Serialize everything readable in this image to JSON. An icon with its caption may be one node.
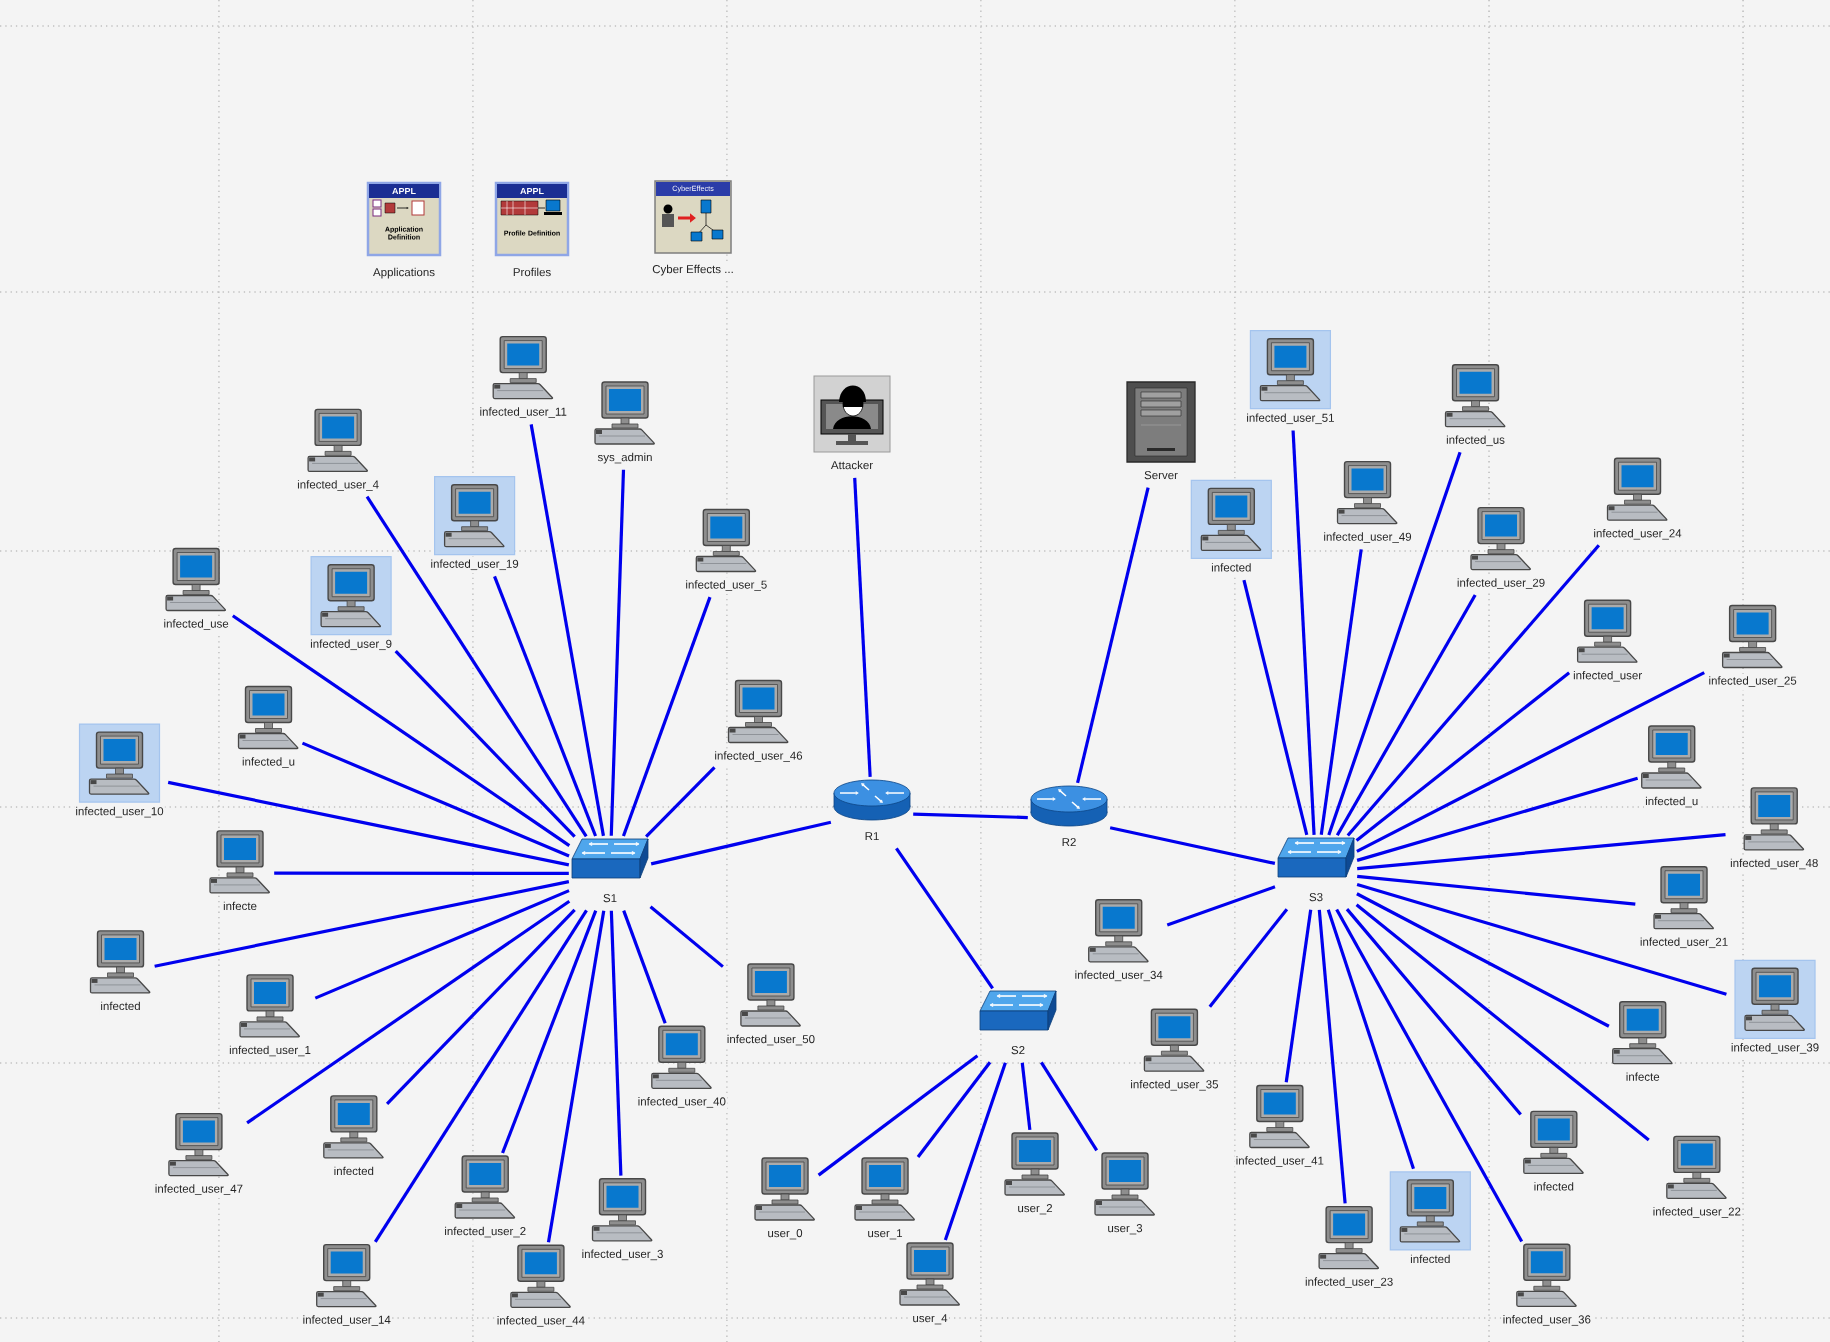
{
  "diagram": {
    "nodes": [
      {
        "text": [
          "APPL",
          "Application Definition",
          "Applications"
        ]
      },
      {
        "text": [
          "APPL",
          "Profile Definition",
          "Profiles"
        ]
      },
      {
        "text": [
          "CyberEffects",
          "Cyber Effects ..."
        ]
      },
      {
        "text": [
          "sys_admin"
        ]
      },
      {
        "text": [
          "Attacker"
        ]
      },
      {
        "text": [
          "Server"
        ]
      },
      {
        "text": [
          "S1"
        ]
      },
      {
        "text": [
          "R1"
        ]
      },
      {
        "text": [
          "R2"
        ]
      },
      {
        "text": [
          "S3"
        ]
      },
      {
        "text": [
          "S2"
        ]
      },
      {
        "text": [
          "user_0"
        ]
      },
      {
        "text": [
          "user_1"
        ]
      },
      {
        "text": [
          "user_2"
        ]
      },
      {
        "text": [
          "user_3"
        ]
      },
      {
        "text": [
          "user_4"
        ]
      },
      {
        "text": [
          "infected_user_46"
        ]
      },
      {
        "text": [
          "infected_user_5"
        ]
      },
      {
        "text": [
          "infected_user_11"
        ]
      },
      {
        "text": [
          "infected_user_19"
        ]
      },
      {
        "text": [
          "infected_user_4"
        ]
      },
      {
        "text": [
          "infected_user_9"
        ]
      },
      {
        "text": [
          "infected_use"
        ]
      },
      {
        "text": [
          "infected_u"
        ]
      },
      {
        "text": [
          "infected_user_10"
        ]
      },
      {
        "text": [
          "infecte"
        ]
      },
      {
        "text": [
          "infected"
        ]
      },
      {
        "text": [
          "infected_user_1"
        ]
      },
      {
        "text": [
          "infected_user_47"
        ]
      },
      {
        "text": [
          "infected"
        ]
      },
      {
        "text": [
          "infected_user_14"
        ]
      },
      {
        "text": [
          "infected_user_2"
        ]
      },
      {
        "text": [
          "infected_user_44"
        ]
      },
      {
        "text": [
          "infected_user_3"
        ]
      },
      {
        "text": [
          "infected_user_40"
        ]
      },
      {
        "text": [
          "infected_user_50"
        ]
      },
      {
        "text": [
          "infected"
        ]
      },
      {
        "text": [
          "infected_user_51"
        ]
      },
      {
        "text": [
          "infected_user_49"
        ]
      },
      {
        "text": [
          "infected_us"
        ]
      },
      {
        "text": [
          "infected_user_29"
        ]
      },
      {
        "text": [
          "infected_user_24"
        ]
      },
      {
        "text": [
          "infected_user"
        ]
      },
      {
        "text": [
          "infected_user_25"
        ]
      },
      {
        "text": [
          "infected_u"
        ]
      },
      {
        "text": [
          "infected_user_48"
        ]
      },
      {
        "text": [
          "infected_user_21"
        ]
      },
      {
        "text": [
          "infected_user_39"
        ]
      },
      {
        "text": [
          "infecte"
        ]
      },
      {
        "text": [
          "infected_user_22"
        ]
      },
      {
        "text": [
          "infected"
        ]
      },
      {
        "text": [
          "infected_user_36"
        ]
      },
      {
        "text": [
          "infected"
        ]
      },
      {
        "text": [
          "infected_user_23"
        ]
      },
      {
        "text": [
          "infected_user_41"
        ]
      },
      {
        "text": [
          "infected_user_35"
        ]
      },
      {
        "text": [
          "infected_user_34"
        ]
      }
    ],
    "edges": [
      {
        "from": 3,
        "to": 6,
        "arrow": "none"
      },
      {
        "from": 4,
        "to": 7,
        "arrow": "none"
      },
      {
        "from": 5,
        "to": 8,
        "arrow": "none"
      },
      {
        "from": 6,
        "to": 7,
        "arrow": "none"
      },
      {
        "from": 7,
        "to": 8,
        "arrow": "none"
      },
      {
        "from": 8,
        "to": 9,
        "arrow": "none"
      },
      {
        "from": 7,
        "to": 10,
        "arrow": "none"
      },
      {
        "from": 10,
        "to": 11,
        "arrow": "none"
      },
      {
        "from": 10,
        "to": 12,
        "arrow": "none"
      },
      {
        "from": 10,
        "to": 13,
        "arrow": "none"
      },
      {
        "from": 10,
        "to": 14,
        "arrow": "none"
      },
      {
        "from": 10,
        "to": 15,
        "arrow": "none"
      },
      {
        "from": 6,
        "to": 16,
        "arrow": "none"
      },
      {
        "from": 6,
        "to": 17,
        "arrow": "none"
      },
      {
        "from": 6,
        "to": 18,
        "arrow": "none"
      },
      {
        "from": 6,
        "to": 19,
        "arrow": "none"
      },
      {
        "from": 6,
        "to": 20,
        "arrow": "none"
      },
      {
        "from": 6,
        "to": 21,
        "arrow": "none"
      },
      {
        "from": 6,
        "to": 22,
        "arrow": "none"
      },
      {
        "from": 6,
        "to": 23,
        "arrow": "none"
      },
      {
        "from": 6,
        "to": 24,
        "arrow": "none"
      },
      {
        "from": 6,
        "to": 25,
        "arrow": "none"
      },
      {
        "from": 6,
        "to": 26,
        "arrow": "none"
      },
      {
        "from": 6,
        "to": 27,
        "arrow": "none"
      },
      {
        "from": 6,
        "to": 28,
        "arrow": "none"
      },
      {
        "from": 6,
        "to": 29,
        "arrow": "none"
      },
      {
        "from": 6,
        "to": 30,
        "arrow": "none"
      },
      {
        "from": 6,
        "to": 31,
        "arrow": "none"
      },
      {
        "from": 6,
        "to": 32,
        "arrow": "none"
      },
      {
        "from": 6,
        "to": 33,
        "arrow": "none"
      },
      {
        "from": 6,
        "to": 34,
        "arrow": "none"
      },
      {
        "from": 6,
        "to": 35,
        "arrow": "none"
      },
      {
        "from": 9,
        "to": 36,
        "arrow": "none"
      },
      {
        "from": 9,
        "to": 37,
        "arrow": "none"
      },
      {
        "from": 9,
        "to": 38,
        "arrow": "none"
      },
      {
        "from": 9,
        "to": 39,
        "arrow": "none"
      },
      {
        "from": 9,
        "to": 40,
        "arrow": "none"
      },
      {
        "from": 9,
        "to": 41,
        "arrow": "none"
      },
      {
        "from": 9,
        "to": 42,
        "arrow": "none"
      },
      {
        "from": 9,
        "to": 43,
        "arrow": "none"
      },
      {
        "from": 9,
        "to": 44,
        "arrow": "none"
      },
      {
        "from": 9,
        "to": 45,
        "arrow": "none"
      },
      {
        "from": 9,
        "to": 46,
        "arrow": "none"
      },
      {
        "from": 9,
        "to": 47,
        "arrow": "none"
      },
      {
        "from": 9,
        "to": 48,
        "arrow": "none"
      },
      {
        "from": 9,
        "to": 49,
        "arrow": "none"
      },
      {
        "from": 9,
        "to": 50,
        "arrow": "none"
      },
      {
        "from": 9,
        "to": 51,
        "arrow": "none"
      },
      {
        "from": 9,
        "to": 52,
        "arrow": "none"
      },
      {
        "from": 9,
        "to": 53,
        "arrow": "none"
      },
      {
        "from": 9,
        "to": 54,
        "arrow": "none"
      },
      {
        "from": 9,
        "to": 55,
        "arrow": "none"
      },
      {
        "from": 9,
        "to": 56,
        "arrow": "none"
      }
    ]
  }
}
